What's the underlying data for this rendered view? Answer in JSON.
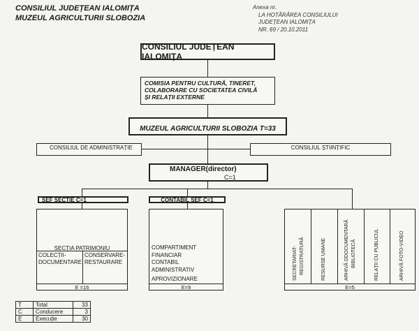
{
  "header": {
    "line1": "CONSILIUL JUDEȚEAN IALOMIȚA",
    "line2": "MUZEUL AGRICULTURII SLOBOZIA"
  },
  "annex": {
    "line1": "Anexa nr.",
    "line2": "LA HOTĂRÂREA CONSILIULUI",
    "line3": "JUDEȚEAN IALOMIȚA",
    "line4": "NR. 69 / 20.10.2011"
  },
  "chart": {
    "top": "CONSILIUL JUDEȚEAN IALOMIȚA",
    "commission": [
      "Comisia pentru cultură, tineret,",
      "colaborare cu societatea civilă",
      "și relații externe"
    ],
    "museum": "MUZEUL AGRICULTURII SLOBOZIA T=33",
    "admin_council": "CONSILIUL DE ADMINISTRAȚIE",
    "sci_council": "CONSILIUL ȘTIINȚIFIC",
    "manager": {
      "title": "MANAGER(director)",
      "count": "C=1"
    },
    "sef_sectie": {
      "title": "ȘEF SECȚIE  C=1"
    },
    "contabil": {
      "title": "CONTABIL ȘEF C=1"
    },
    "patrimony": {
      "title": "SECȚIA PATRIMONIU",
      "col1": [
        "COLECȚII-",
        "DOCUMENTARE"
      ],
      "col2": [
        "CONSERVARE-",
        "RESTAURARE"
      ],
      "footer": "E =16"
    },
    "accounting": {
      "lines": [
        "COMPARTIMENT",
        "FINANCIAR",
        "CONTABIL",
        "ADMINISTRATIV",
        "APROVIZIONARE"
      ],
      "footer": "E=9"
    },
    "services": {
      "columns": [
        [
          "SECRETARIAT-",
          "REGISTRATURĂ"
        ],
        [
          "RESURSE UMANE"
        ],
        [
          "ARHIVĂ DDOCUMENTARĂ",
          "BIBLIOTECĂ"
        ],
        [
          "RELAȚII CU PUBLICUL"
        ],
        [
          "ARHIVĂ FOTO-VIDEO"
        ]
      ],
      "footer": "E=5"
    }
  },
  "legend": [
    {
      "code": "T",
      "label": "Total",
      "value": "33"
    },
    {
      "code": "C",
      "label": "Conducere",
      "value": "3"
    },
    {
      "code": "E",
      "label": "Execuție",
      "value": "30"
    }
  ]
}
